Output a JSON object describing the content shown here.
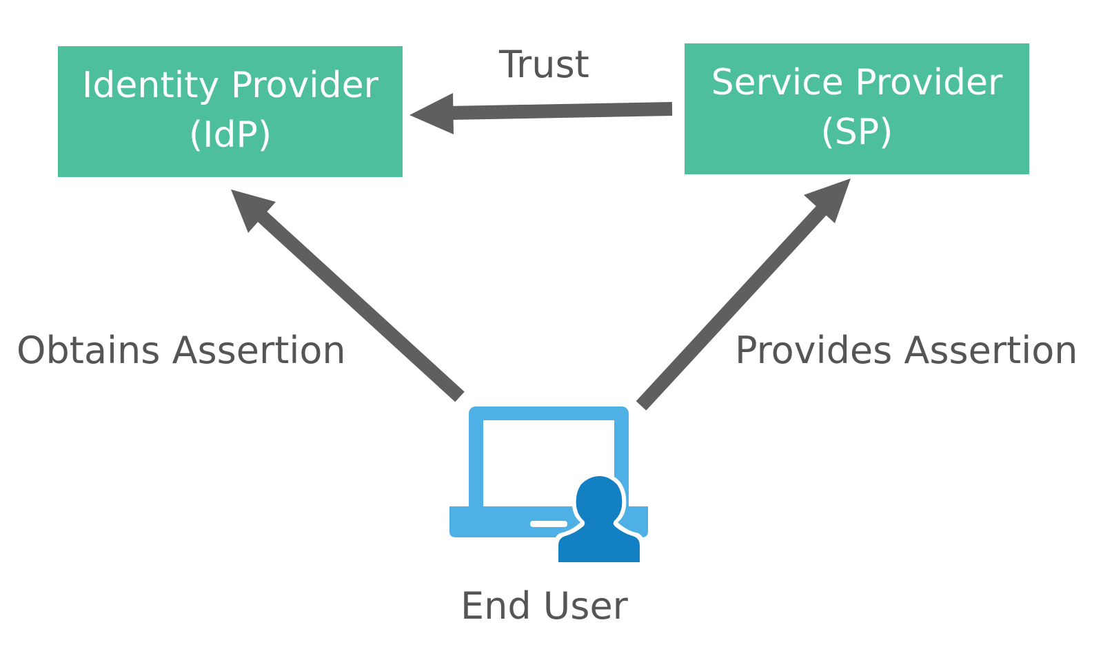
{
  "colors": {
    "box_fill": "#4dbf9c",
    "box_text": "#ffffff",
    "arrow": "#5f5f5f",
    "label_text": "#555555",
    "laptop": "#4eb0e4",
    "user": "#1480c4"
  },
  "nodes": {
    "idp": {
      "line1": "Identity Provider",
      "line2": "(IdP)"
    },
    "sp": {
      "line1": "Service Provider",
      "line2": "(SP)"
    },
    "end_user": {
      "label": "End User",
      "icon": "laptop-user-icon"
    }
  },
  "edges": {
    "trust": {
      "label": "Trust",
      "from": "Service Provider",
      "to": "Identity Provider"
    },
    "obtains": {
      "label": "Obtains Assertion",
      "from": "End User",
      "to": "Identity Provider"
    },
    "provides": {
      "label": "Provides Assertion",
      "from": "End User",
      "to": "Service Provider"
    }
  }
}
